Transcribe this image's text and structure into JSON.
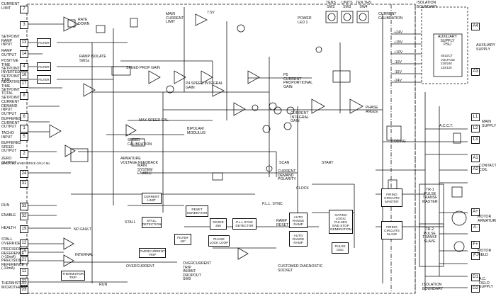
{
  "terminals_left": [
    "7",
    "3",
    "13",
    "14",
    "4",
    "16",
    "17",
    "8",
    "6",
    "1",
    "5",
    "2",
    "24",
    "31",
    "33",
    "32",
    "19",
    "12",
    "15",
    "21",
    "11",
    "22",
    "23"
  ],
  "terminals_right": [
    "A4",
    "A3",
    "L1",
    "L2",
    "L3",
    "A1",
    "A2",
    "A+",
    "A-",
    "F+",
    "F-",
    "D1",
    "D2"
  ],
  "left_labels": {
    "current_limit": "CURRENT\nLIMIT",
    "setpoint_ramp": "SETPOINT\nRAMP\nINPUT",
    "ramp_output": "RAMP\nOUTPUT",
    "positive_setpoint": "POSITIVE\nTIME\nSETPOINT",
    "inverted_setpoint": "INVERTED\nSETPOINT\nTIME",
    "negative_setpoint": "NEGATIVE\nTIME\nSETPOINT",
    "total_setpoint": "TOTAL\nSETPOINT",
    "current_demand": "CURRENT\nDEMAND\nINPUT\nOUTPUT",
    "buffered_current": "BUFFERED\nCURRENT\nOUTPUT",
    "tacho_input": "TACHO\nINPUT",
    "buffered_speed": "BUFFERED\nSPEED\nOUTPUT",
    "zero_output": "ZERO\nOUTPUT",
    "bridged": "(BRIDGED WHEN DRIVE O/K) 0 Mx",
    "run": "RUN",
    "enable": "ENABLE",
    "health": "HEALTH",
    "stall_override": "STALL\nOVERRIDE",
    "precision_ref_pos": "PRECISION\nREFERENCE\n(+10mA)",
    "precision_ref_neg": "PRECISION\nREFERENCE\n(-10mA)",
    "thermistor": "THERMISTOR/\nMICROTHERM"
  },
  "right_labels": {
    "isolation_boundary": "ISOLATION\nBOUNDARY",
    "auxiliary_supply": "AUXILIARY\nSUPPLY",
    "main_supply": "MAIN\nSUPPLY",
    "contactor_coil": "CONTACTOR\nCOIL",
    "motor_armature": "MOTOR\nARMATURE",
    "motor_field": "MOTOR\nFIELD",
    "ac_field_supply": "A.C.\nFIELD\nSUPPLY",
    "aux_box": "AUXILIARY\nSUPPLY\nPSU",
    "select_voltage": "SELECT\nVOLTAGE\n220/240\n110/120",
    "current_calibration": "CURRENT\nCALIBRATION",
    "tens": "TENS\nSW2",
    "units": "UNITS\nSW3",
    "ten_ths": "TEN THS\nSW4",
    "power_led": "POWER\nLED 1",
    "isolation_bottom": "ISOLATION\nBOUNDARY",
    "acct": "A.C.C.T."
  },
  "rails": [
    "+24V",
    "+15V",
    "+10V",
    "-10V",
    "-15V",
    "-24V"
  ],
  "blocks": {
    "filter1": "FILTER",
    "filter2": "FILTER",
    "filter3": "FILTER",
    "speed_prop_gain": "SPEED PROP GAIN",
    "speed_integral_gain": "P4 SPEED INTEGRAL\nGAIN",
    "current_prop_gain": "P5\nCURRENT\nPROPORTIONAL\nGAIN",
    "current_integral_gain": "CURRENT\nINTEGRAL\nGAIN",
    "phase_angle": "PHASE\nANGLE",
    "max_speed_cal": "MAX SPEED CAL",
    "speed_calibration": "SPEED\nCALIBRATION",
    "bipolar_modulus": "BIPOLAR/\nMODULUS",
    "armature_voltage_fb": "ARMATURE\nVOLTAGE FEEDBACK",
    "main_system_enable": "MAIN\nSYSTEM\nENABLE",
    "current_limit": "CURRENT\nLIMIT",
    "stall": "STALL",
    "stall_detection": "STALL\nDETECTION",
    "reset_generator": "RESET\nGENERATOR",
    "filter_90": "FILTER\n-90°",
    "phase_lock_loop": "PHASE\nLOCK LOOP",
    "divide_256": "DIVIDE\n256",
    "pll_sync_detector": "P.L.L SYNC\nDETECTOR",
    "auto_range_ramp": "AUTO\nRANGE\nRAMP",
    "auto_range_ramp2": "AUTO\nRANGE\nRAMP",
    "gating_logic": "GATING\nLOGIC\nPULSES\nEND STOP\nGENERATION",
    "pulse_osc": "PULSE\nOSC",
    "firing_master": "FIRING\nCIRCUITS\nMASTER",
    "firing_slave": "FIRING\nCIRCUITS\nSLAVE",
    "overcurrent_trip": "OVERCURRENT\nTRIP",
    "thermistor_trip": "THERMISTOR\nTRIP",
    "pll_sync": "P.L.L. SYNC",
    "current_demand_polarity": "CURRENT\nDEMAND\nPOLARITY",
    "scan": "SCAN",
    "start": "START",
    "ramp_reset": "RAMP\nRESET",
    "no_fault": "NO FAULT",
    "overcurrent": "OVERCURRENT",
    "customer_socket": "CUSTOMER DIAGNOSTIC\nSOCKET",
    "main_current_limit": "MAIN\nCURRENT\nLIMIT",
    "rate_down": "RATE\nDOWN",
    "ramp_isolate": "RAMP ISOLATE\nSW1a",
    "v75": "7.5V",
    "overcurrent_trip_inhibit": "OVERCURRENT\nTRIP\nINHIBIT\nDROPOUT\nSW9",
    "pulse_master": "TR-1\nPULSE\nTRANSF\nMASTER",
    "pulse_slave": "TR-2\nPULSE\nTRANSF\nSLAVE",
    "coding": "CODING",
    "run_label": "RUN",
    "clock": "CLOCK",
    "internal": "INTERNAL"
  },
  "colors": {
    "line": "#111111",
    "background": "#ffffff"
  }
}
